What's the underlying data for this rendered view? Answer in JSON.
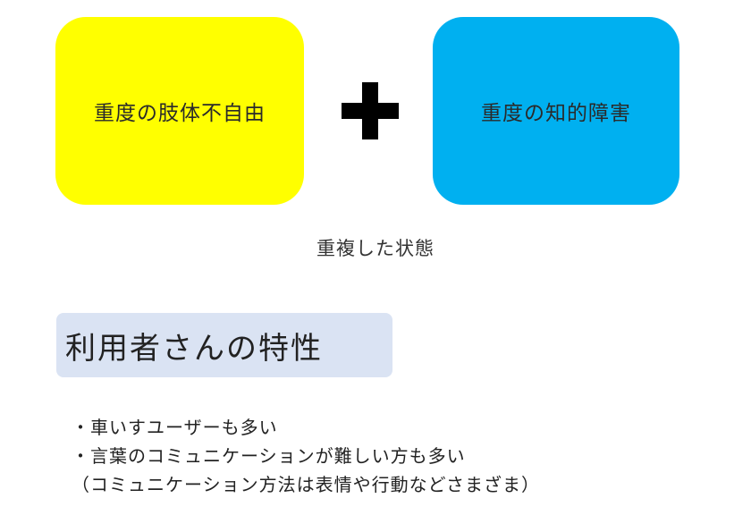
{
  "diagram": {
    "left_box": {
      "label": "重度の肢体不自由",
      "color": "#ffff00"
    },
    "right_box": {
      "label": "重度の知的障害",
      "color": "#00b0f0"
    },
    "operator_icon": "plus-icon",
    "operator_color": "#000000",
    "combined_label": "重複した状態"
  },
  "characteristics": {
    "heading": "利用者さんの特性",
    "heading_bg": "#dae3f3",
    "items": [
      "・車いすユーザーも多い",
      "・言葉のコミュニケーションが難しい方も多い",
      "（コミュニケーション方法は表情や行動などさまざま）"
    ]
  }
}
